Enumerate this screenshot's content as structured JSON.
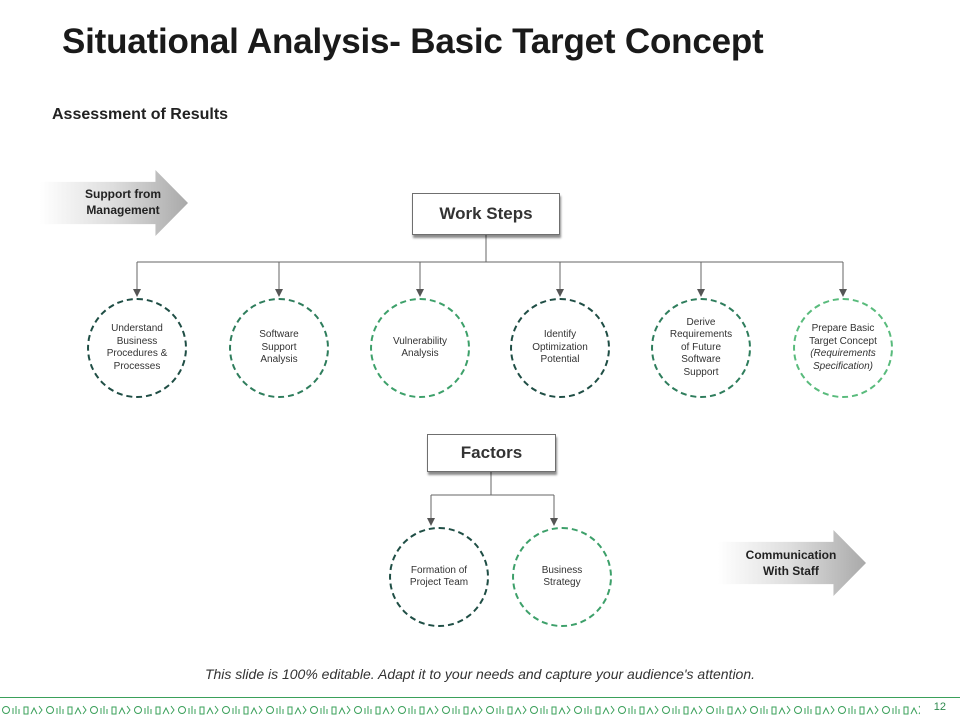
{
  "title": "Situational Analysis- Basic Target Concept",
  "subtitle": "Assessment of Results",
  "left_arrow": {
    "line1": "Support from",
    "line2": "Management"
  },
  "right_arrow": {
    "line1": "Communication",
    "line2": "With Staff"
  },
  "work_steps": {
    "label": "Work Steps",
    "items": [
      {
        "lines": [
          "Understand",
          "Business",
          "Procedures &",
          "Processes"
        ]
      },
      {
        "lines": [
          "Software",
          "Support",
          "Analysis"
        ]
      },
      {
        "lines": [
          "Vulnerability",
          "Analysis"
        ]
      },
      {
        "lines": [
          "Identify",
          "Optimization",
          "Potential"
        ]
      },
      {
        "lines": [
          "Derive",
          "Requirements",
          "of Future",
          "Software",
          "Support"
        ]
      },
      {
        "lines": [
          "Prepare Basic",
          "Target Concept"
        ],
        "italic_lines": [
          "(Requirements",
          "Specification)"
        ]
      }
    ]
  },
  "factors": {
    "label": "Factors",
    "items": [
      {
        "lines": [
          "Formation of",
          "Project Team"
        ]
      },
      {
        "lines": [
          "Business",
          "Strategy"
        ]
      }
    ]
  },
  "footer_note": "This slide is 100% editable. Adapt it to your needs and capture your audience's attention.",
  "page_number": "12",
  "colors": {
    "circle_dark": "#1f4e45",
    "circle_mid": "#2e7d5c",
    "circle_light": "#3da06a",
    "circle_pale": "#59bb7c",
    "footer_accent": "#2f8a4f"
  }
}
